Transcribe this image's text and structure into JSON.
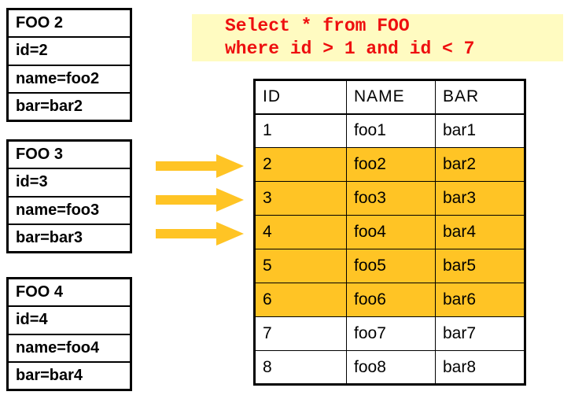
{
  "query": {
    "line1": "Select * from FOO",
    "line2": "where id > 1 and id < 7"
  },
  "record_boxes": [
    {
      "title": "FOO 2",
      "fields": [
        "id=2",
        "name=foo2",
        "bar=bar2"
      ]
    },
    {
      "title": "FOO 3",
      "fields": [
        "id=3",
        "name=foo3",
        "bar=bar3"
      ]
    },
    {
      "title": "FOO 4",
      "fields": [
        "id=4",
        "name=foo4",
        "bar=bar4"
      ]
    }
  ],
  "arrows": {
    "count": 3,
    "direction": "right",
    "meaning": "record boxes map to highlighted table rows"
  },
  "table": {
    "headers": [
      "ID",
      "NAME",
      "BAR"
    ],
    "rows": [
      {
        "id": "1",
        "name": "foo1",
        "bar": "bar1",
        "highlighted": false
      },
      {
        "id": "2",
        "name": "foo2",
        "bar": "bar2",
        "highlighted": true
      },
      {
        "id": "3",
        "name": "foo3",
        "bar": "bar3",
        "highlighted": true
      },
      {
        "id": "4",
        "name": "foo4",
        "bar": "bar4",
        "highlighted": true
      },
      {
        "id": "5",
        "name": "foo5",
        "bar": "bar5",
        "highlighted": true
      },
      {
        "id": "6",
        "name": "foo6",
        "bar": "bar6",
        "highlighted": true
      },
      {
        "id": "7",
        "name": "foo7",
        "bar": "bar7",
        "highlighted": false
      },
      {
        "id": "8",
        "name": "foo8",
        "bar": "bar8",
        "highlighted": false
      }
    ]
  },
  "colors": {
    "highlight": "#FFC425",
    "arrow": "#FFC425",
    "banner_bg": "#FFFBC1",
    "query_text": "#EE0F0F",
    "border": "#000000"
  }
}
